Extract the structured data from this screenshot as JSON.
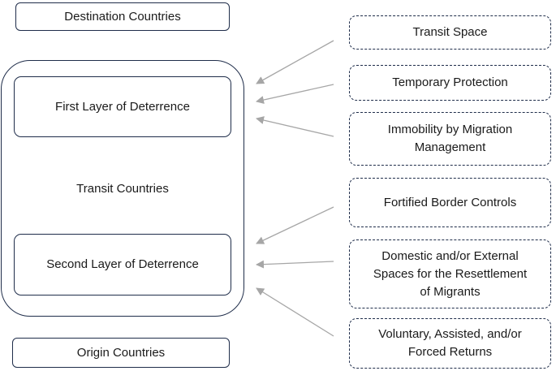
{
  "destination": "Destination Countries",
  "transit": {
    "label": "Transit Countries",
    "first_layer": "First Layer of Deterrence",
    "second_layer": "Second Layer of Deterrence"
  },
  "origin": "Origin Countries",
  "factors": [
    "Transit Space",
    "Temporary Protection",
    "Immobility by Migration Management",
    "Fortified Border Controls",
    "Domestic and/or External Spaces for the Resettlement of Migrants",
    "Voluntary, Assisted, and/or Forced Returns"
  ]
}
